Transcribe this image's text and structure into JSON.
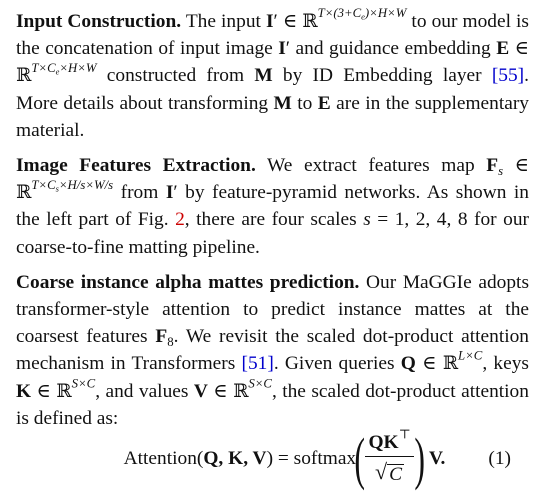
{
  "p1": {
    "heading": "Input Construction.",
    "t1": " The input ",
    "I": "I",
    "prime": "′",
    "in": " ∈ ",
    "R": "ℝ",
    "sup1": "T×(3+C",
    "sub_e": "e",
    "sup1b": ")×H×W",
    "t2": " to our model is the concatenation of input image ",
    "t3": " and guidance embedding ",
    "E": "E",
    "sup2": "T×C",
    "sup2b": "×H×W",
    "t4": " constructed from ",
    "M": "M",
    "t5": " by ID Embedding layer ",
    "cite1": "[55]",
    "t6": ". More details about transforming ",
    "t7": " to ",
    "t8": " are in the supplementary material."
  },
  "p2": {
    "heading": "Image Features Extraction.",
    "t1": " We extract features map ",
    "F": "F",
    "sub_s": "s",
    "sup": "T×C",
    "supb": "×H/s×W/s",
    "t2": " from ",
    "t3": " by feature-pyramid networks. As shown in the left part of Fig. ",
    "fig": "2",
    "t4": ", there are four scales ",
    "s": "s",
    "eq": " = ",
    "t5": "1, 2, 4, 8 for our coarse-to-fine matting pipeline."
  },
  "p3": {
    "heading": "Coarse instance alpha mattes prediction.",
    "t1": " Our MaGGIe adopts transformer-style attention to predict instance mattes at the coarsest features ",
    "F": "F",
    "sub8": "8",
    "t2": ". We revisit the scaled dot-product attention mechanism in Transformers ",
    "cite2": "[51]",
    "t3": ". Given queries ",
    "Q": "Q",
    "supQ": "L×C",
    "t4": ", keys ",
    "K": "K",
    "supK": "S×C",
    "t5": ", and values ",
    "V": "V",
    "supV": "S×C",
    "t6": ", the scaled dot-product attention is defined as:"
  },
  "equation": {
    "lhs": "Attention(",
    "args": "Q, K, V",
    "rhs": ") = softmax",
    "numer": "QK",
    "numer_sup": "⊤",
    "radical": "√",
    "denom": "C",
    "tail": "V.",
    "number": "(1)"
  }
}
